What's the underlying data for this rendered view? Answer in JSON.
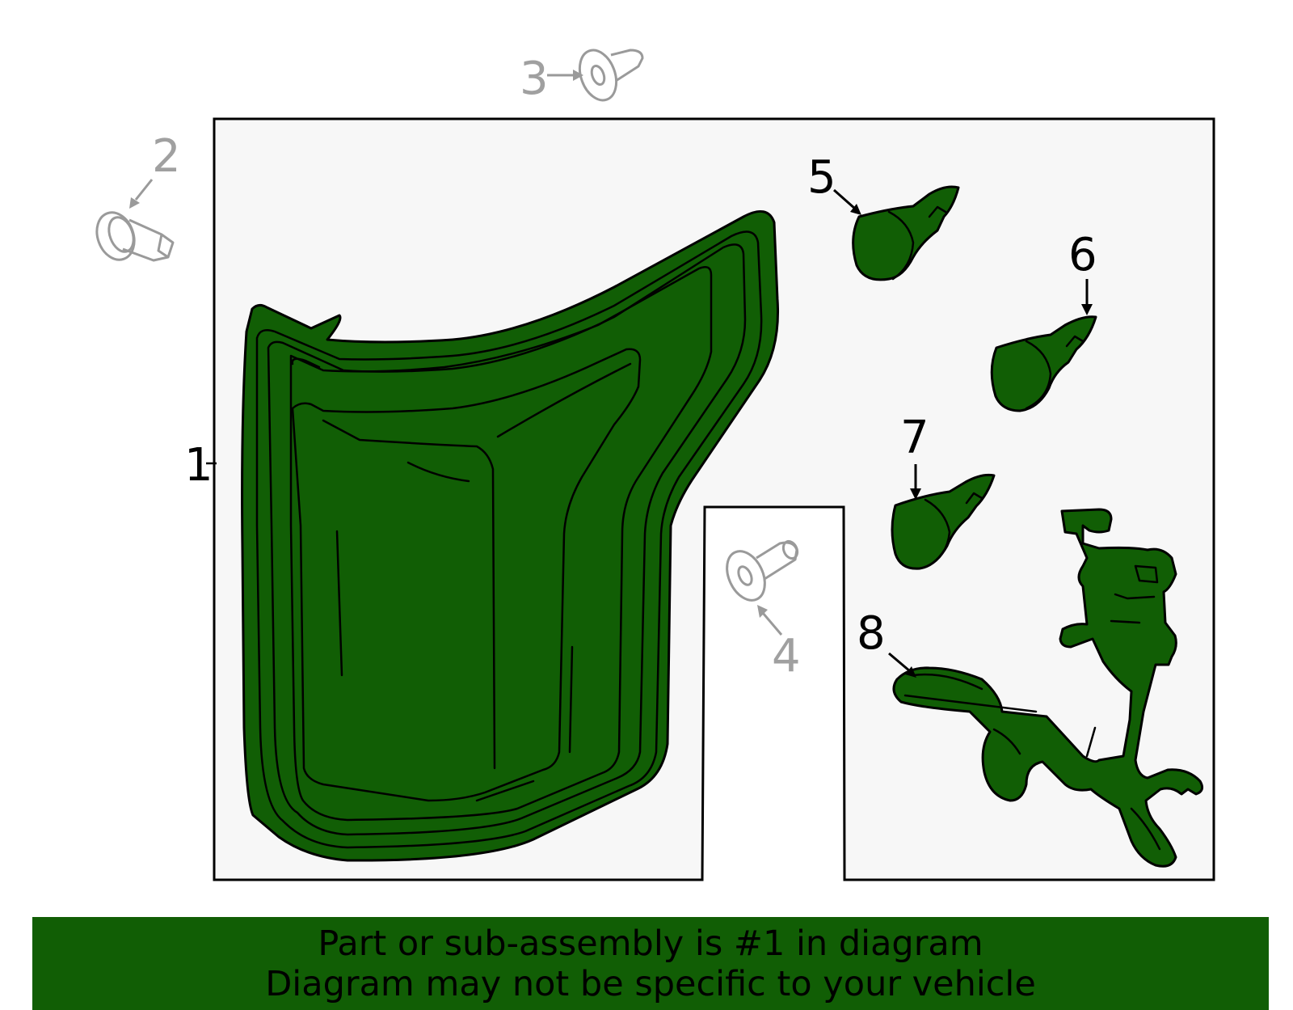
{
  "callouts": {
    "c1": "1",
    "c2": "2",
    "c3": "3",
    "c4": "4",
    "c5": "5",
    "c6": "6",
    "c7": "7",
    "c8": "8"
  },
  "footer": {
    "line1": "Part or sub-assembly is #1 in diagram",
    "line2": "Diagram may not be specific to your vehicle"
  },
  "colors": {
    "highlight": "#115e05",
    "panel": "#f7f7f7",
    "ghost": "#a0a0a0"
  }
}
